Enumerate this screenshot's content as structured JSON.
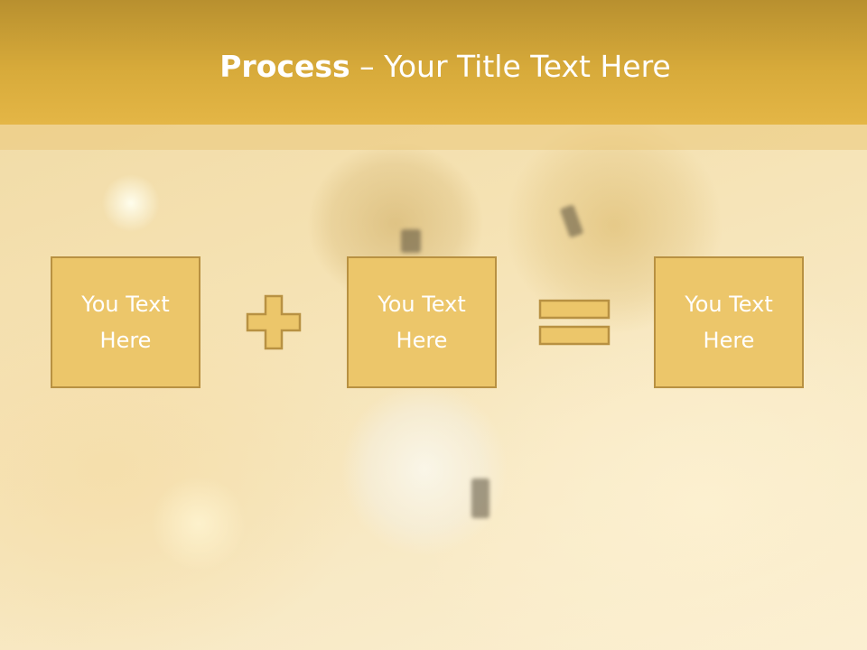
{
  "slide": {
    "title_bold": "Process",
    "title_rest": " – Your Title Text Here"
  },
  "process": {
    "boxes": [
      {
        "text": "You Text Here"
      },
      {
        "text": "You Text Here"
      },
      {
        "text": "You Text Here"
      }
    ],
    "operators": [
      "plus-icon",
      "equals-icon"
    ]
  },
  "colors": {
    "header": "#d7aa3a",
    "box_fill": "#ecc66a",
    "box_border": "#b89142",
    "text": "#ffffff"
  }
}
